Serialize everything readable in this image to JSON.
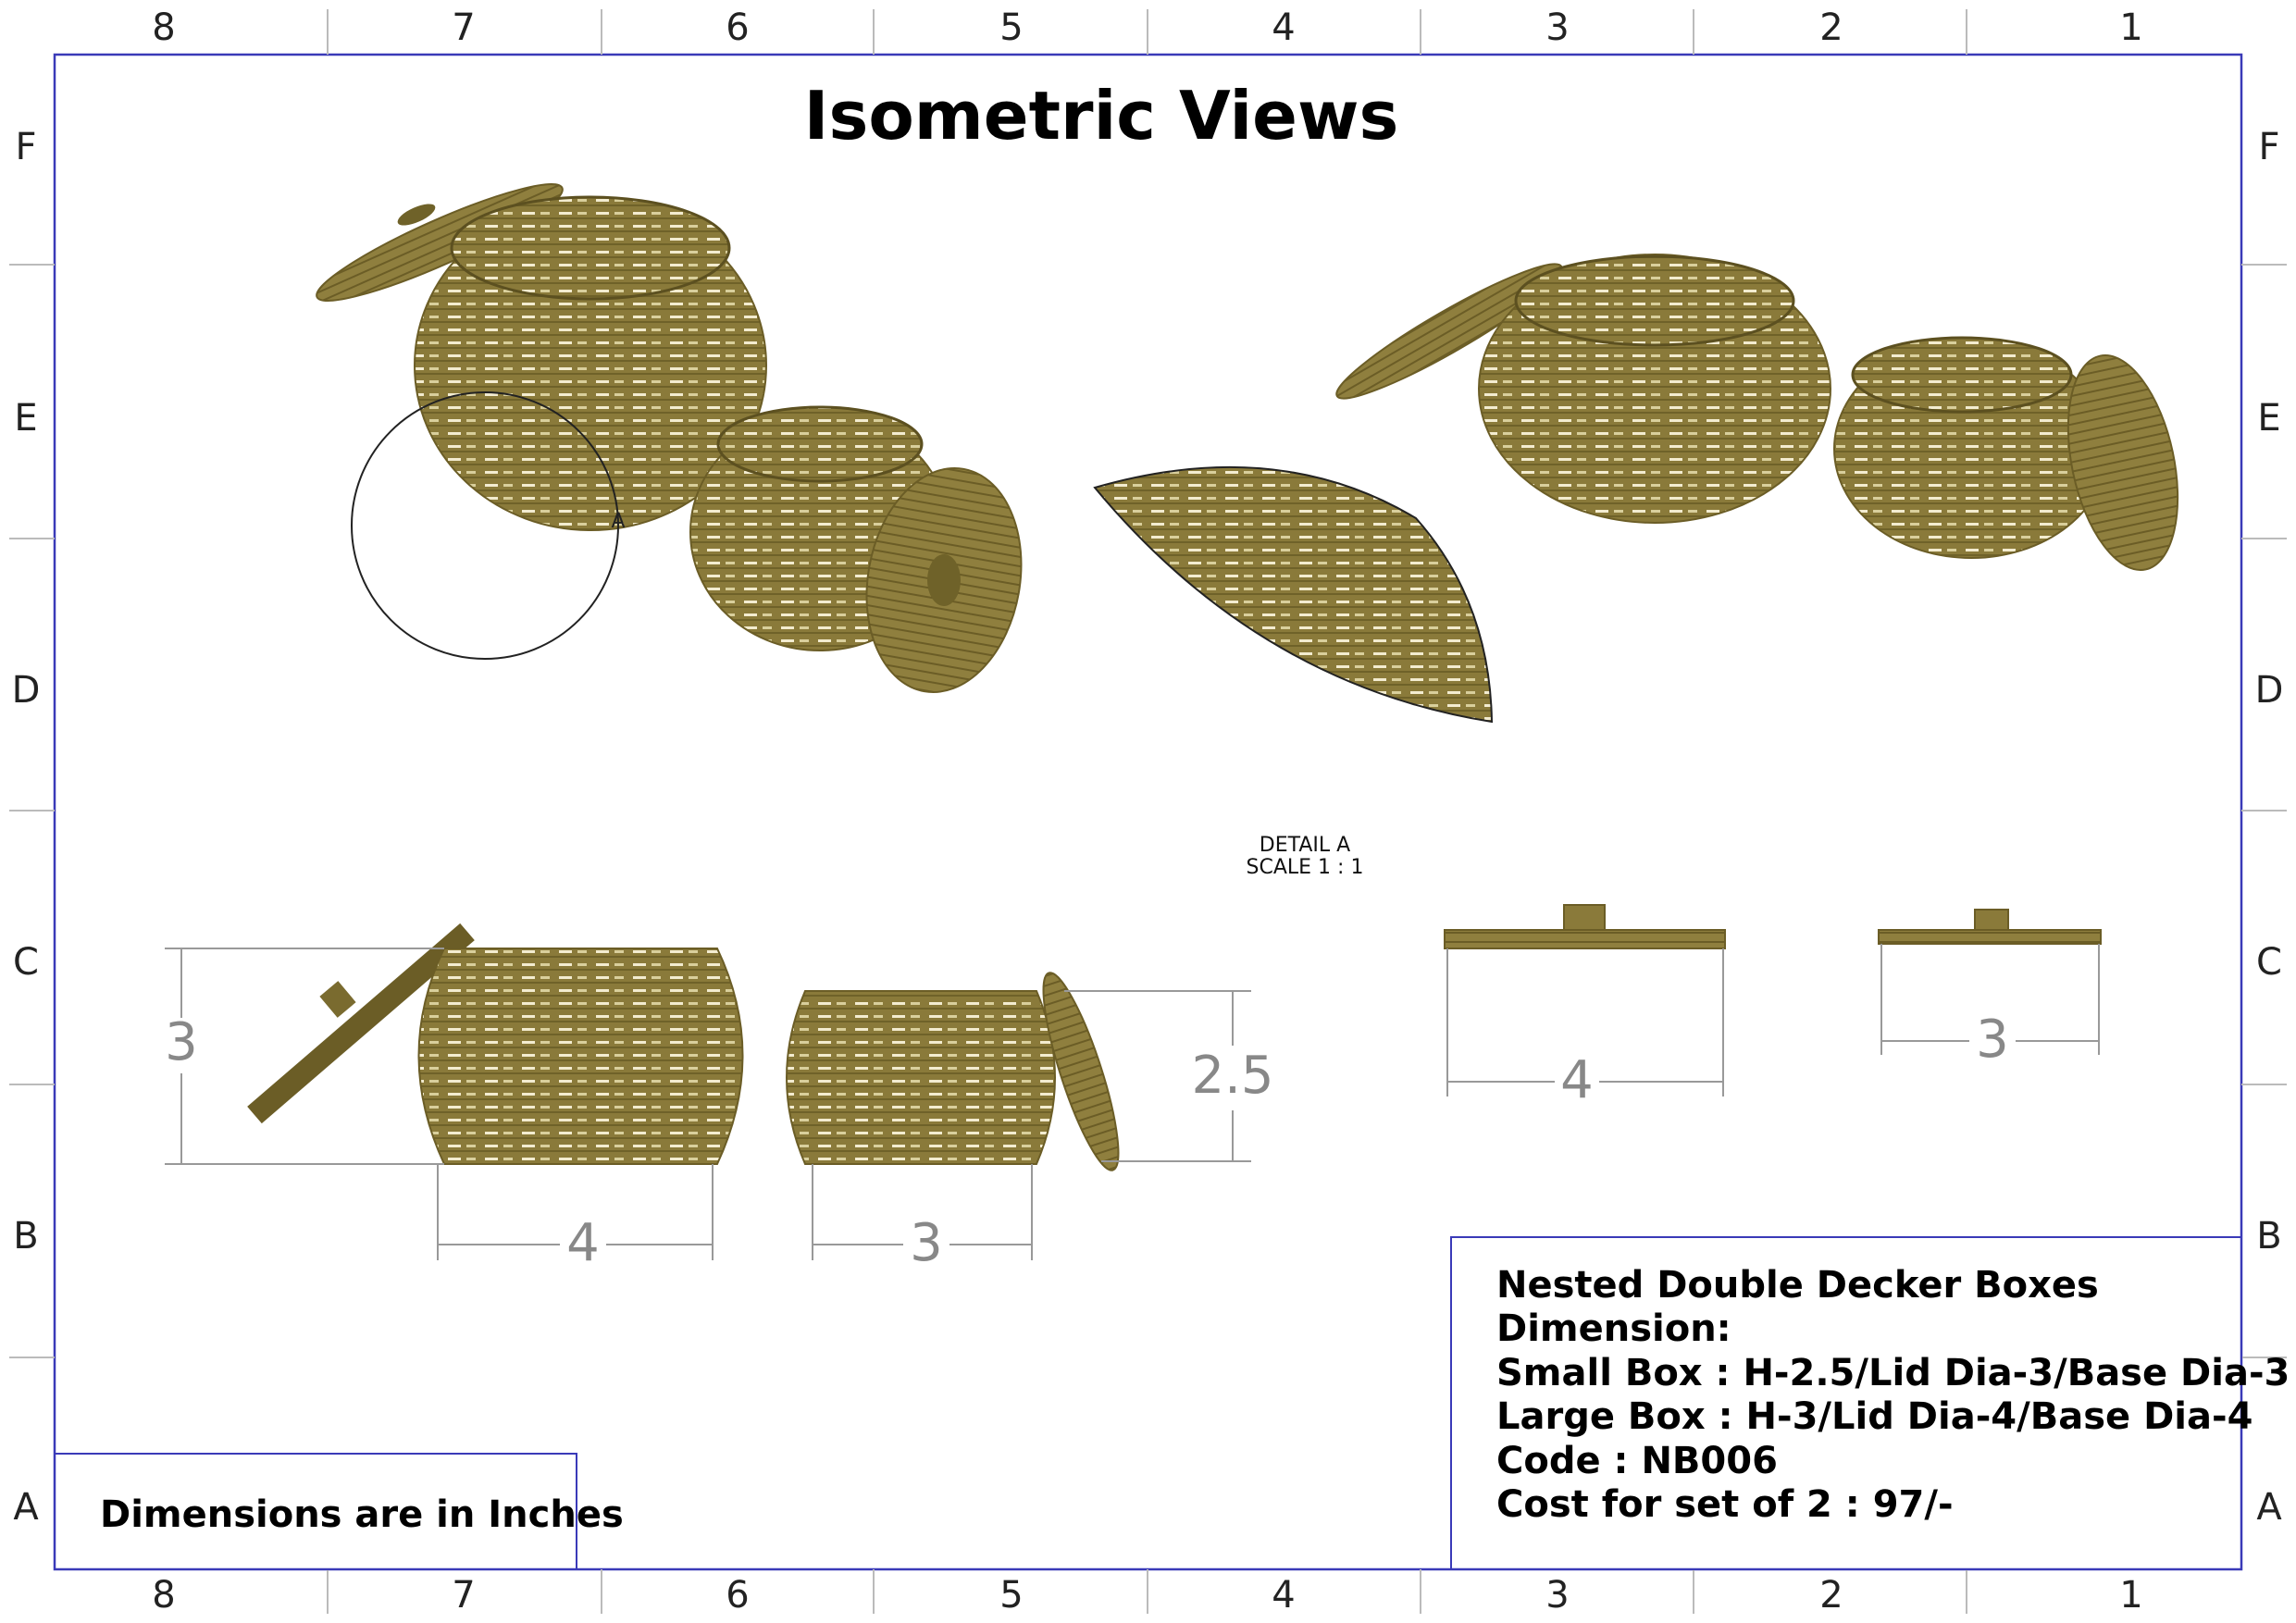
{
  "sheet": {
    "columns": [
      "8",
      "7",
      "6",
      "5",
      "4",
      "3",
      "2",
      "1"
    ],
    "rows": [
      "F",
      "E",
      "D",
      "C",
      "B",
      "A"
    ],
    "border_color": "#3a3ab8"
  },
  "title": "Isometric Views",
  "detail": {
    "label": "DETAIL A",
    "scale": "SCALE 1 : 1",
    "marker": "A"
  },
  "dimensions": {
    "large_height": "3",
    "large_base": "4",
    "small_height": "2.5",
    "small_base": "3",
    "large_lid": "4",
    "small_lid": "3"
  },
  "note": "Dimensions are in Inches",
  "title_block": {
    "lines": [
      "Nested Double Decker Boxes",
      "Dimension:",
      "Small Box : H-2.5/Lid Dia-3/Base Dia-3",
      "Large Box : H-3/Lid Dia-4/Base Dia-4",
      "Code : NB006",
      "Cost for set of 2 : 97/-"
    ]
  },
  "colors": {
    "basket": "#8a7a3a",
    "weave_gap": "#f3ecd0"
  }
}
